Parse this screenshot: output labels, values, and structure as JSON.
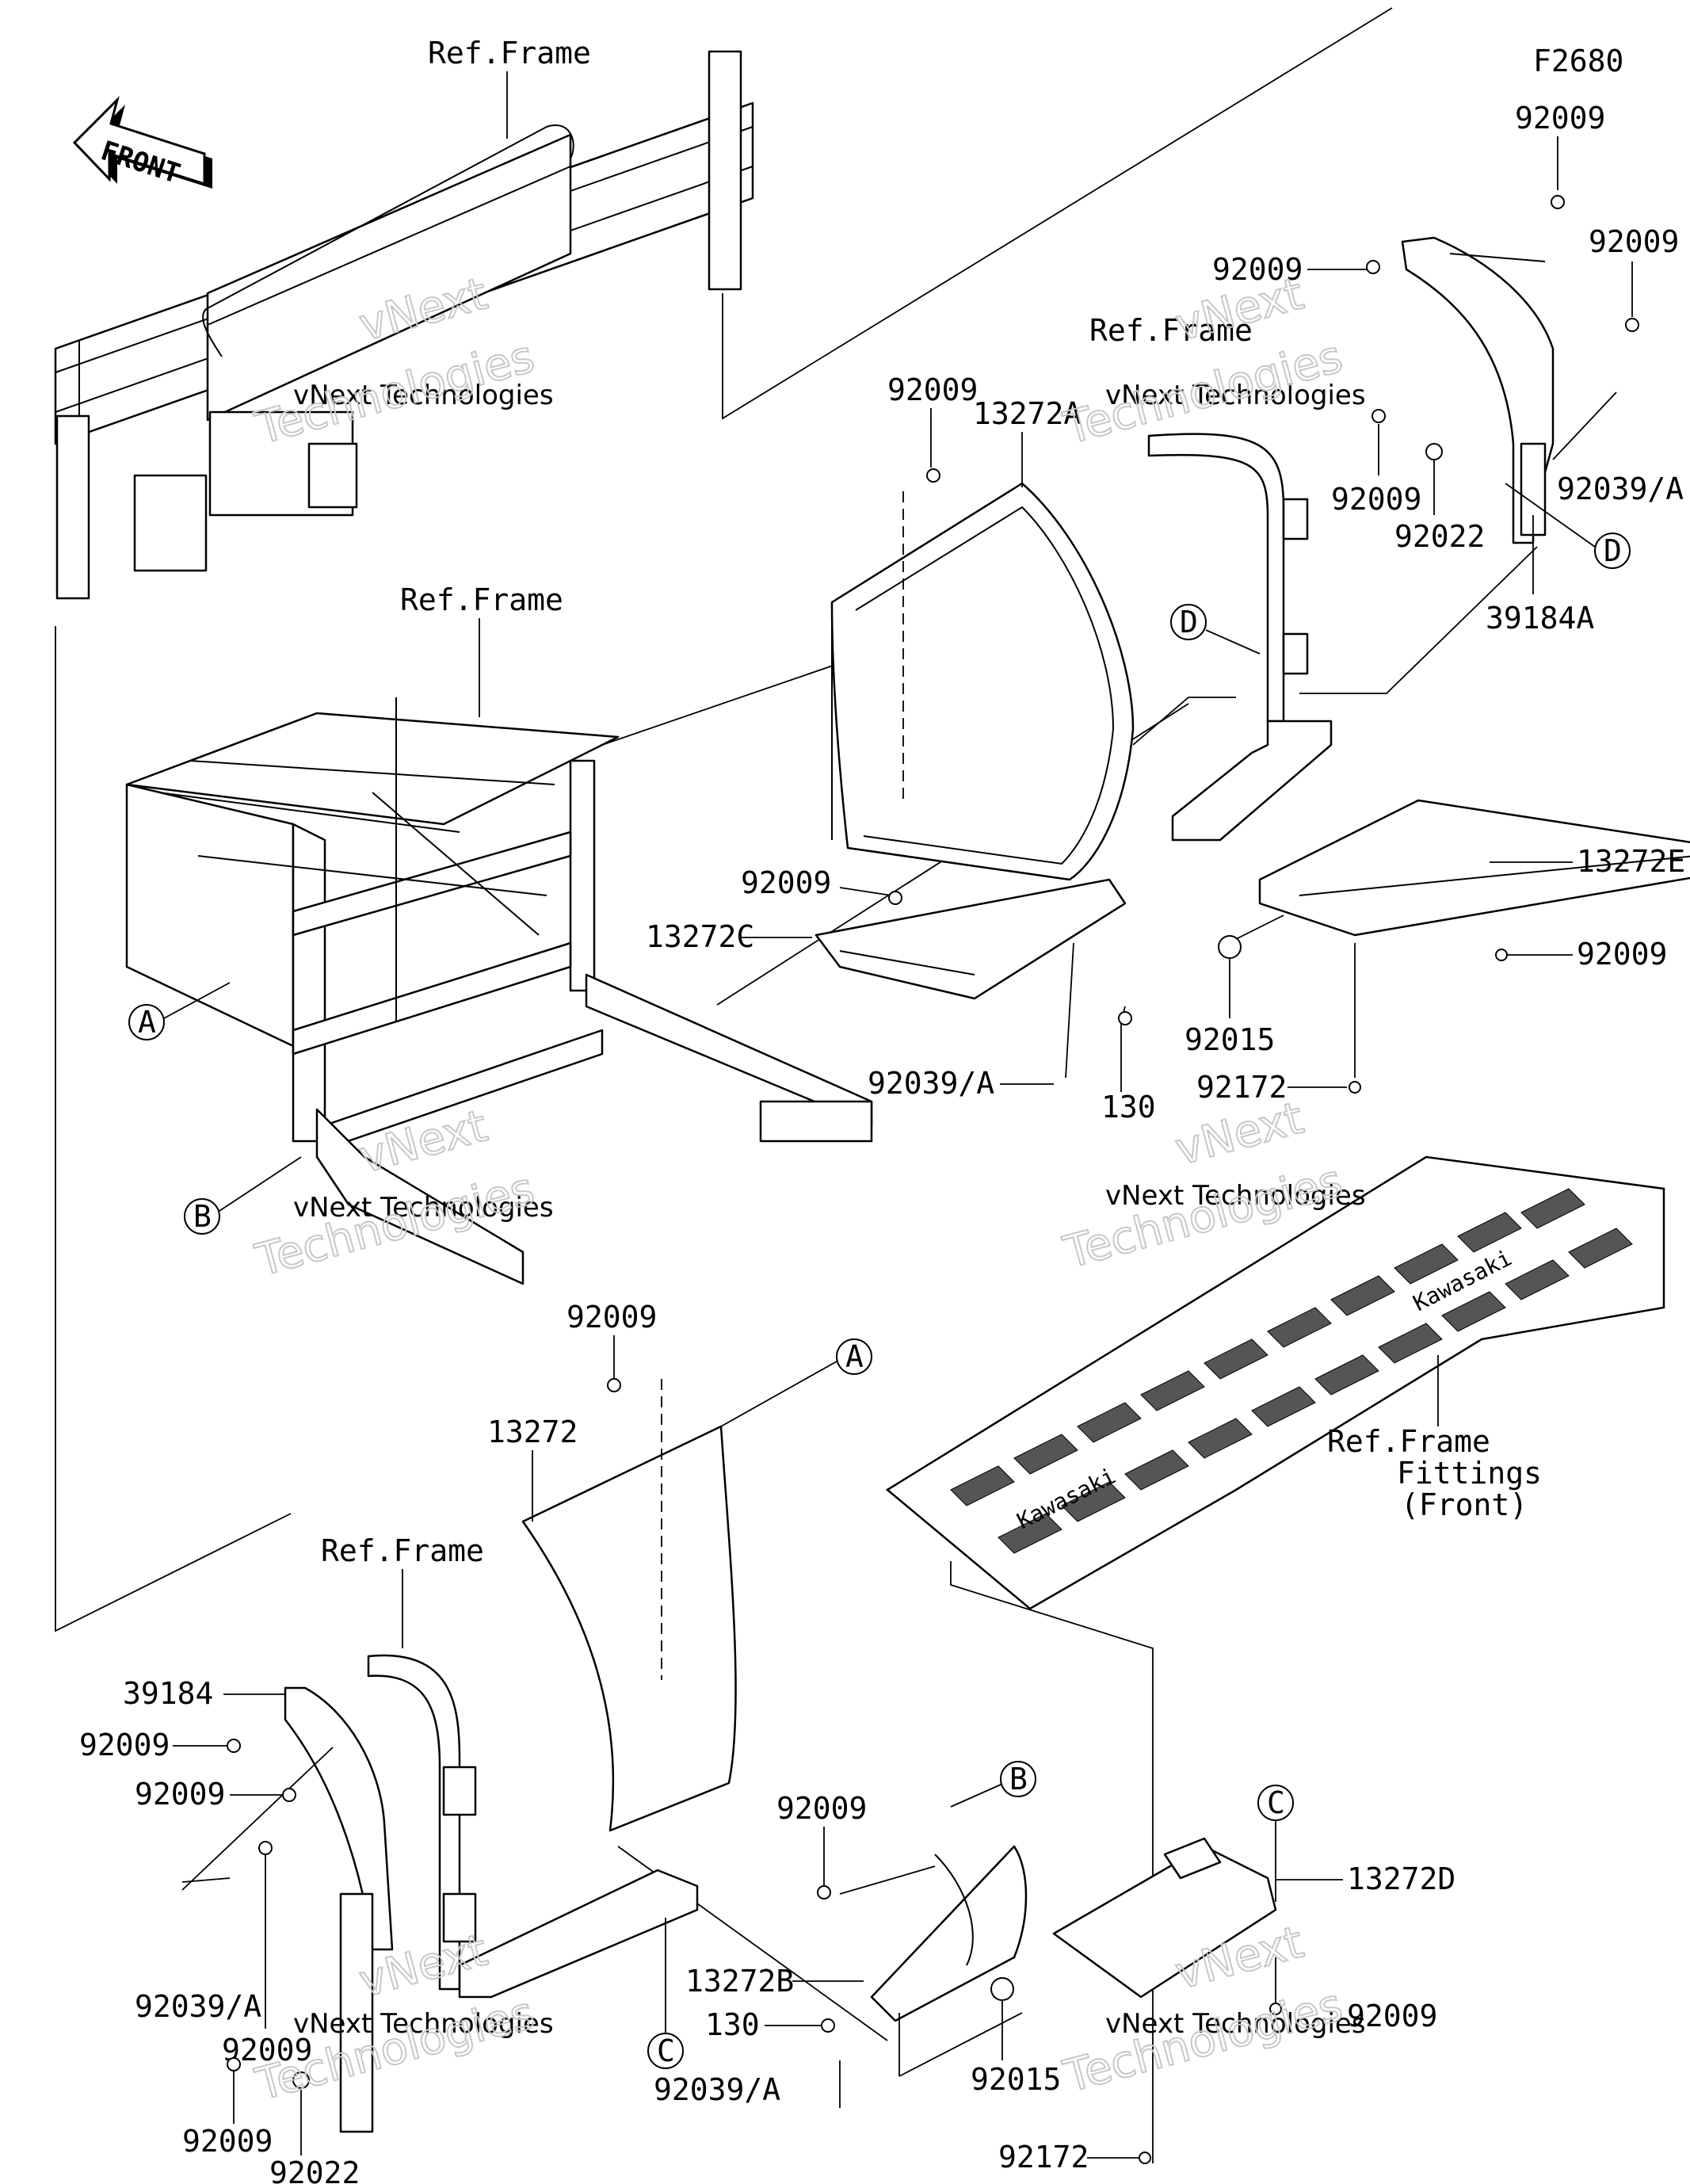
{
  "diagram_code": "F2680",
  "front_label": "FRONT",
  "labels": {
    "ref_frame_1": "Ref.Frame",
    "ref_frame_2": "Ref.Frame",
    "ref_frame_3": "Ref.Frame",
    "ref_frame_4": "Ref.Frame",
    "ref_frame_fittings_1": "Ref.Frame",
    "ref_frame_fittings_2": "Fittings",
    "ref_frame_fittings_3": "(Front)",
    "p92009_a": "92009",
    "p92009_b": "92009",
    "p92009_c": "92009",
    "p92009_d": "92009",
    "p92009_e": "92009",
    "p92009_f": "92009",
    "p92009_g": "92009",
    "p92009_h": "92009",
    "p92009_i": "92009",
    "p92009_j": "92009",
    "p92009_k": "92009",
    "p92009_l": "92009",
    "p92009_m": "92009",
    "p92009_n": "92009",
    "p92022_a": "92022",
    "p92022_b": "92022",
    "p92039_a": "92039/A",
    "p92039_b": "92039/A",
    "p92039_c": "92039/A",
    "p92039_d": "92039/A",
    "p39184A": "39184A",
    "p39184": "39184",
    "p13272A": "13272A",
    "p13272C": "13272C",
    "p13272E": "13272E",
    "p13272": "13272",
    "p13272B": "13272B",
    "p13272D": "13272D",
    "p130_a": "130",
    "p130_b": "130",
    "p92015_a": "92015",
    "p92015_b": "92015",
    "p92172_a": "92172",
    "p92172_b": "92172"
  },
  "callouts": {
    "a1": "A",
    "a2": "A",
    "b1": "B",
    "b2": "B",
    "c1": "C",
    "c2": "C",
    "d1": "D",
    "d2": "D"
  },
  "watermark": {
    "line1": "vNext Technologies",
    "line2": "vNext",
    "line3": "Technologies"
  },
  "mat_brand": "Kawasaki"
}
